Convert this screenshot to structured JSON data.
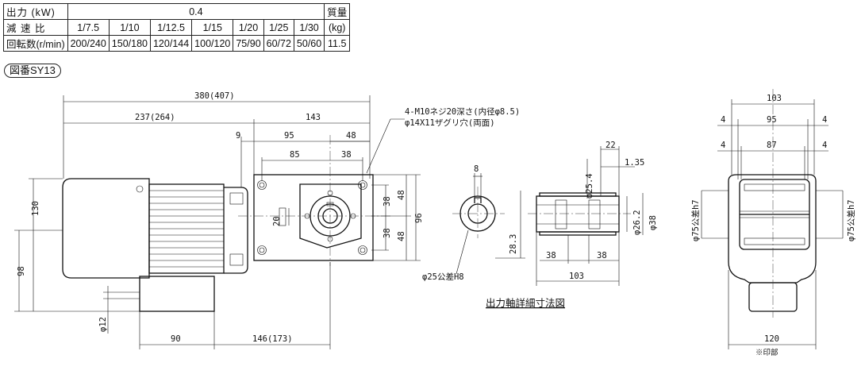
{
  "spec_table": {
    "row_output": {
      "label": "出力 (kW)",
      "value": "0.4"
    },
    "row_ratio": {
      "label": "減 速 比",
      "values": [
        "1/7.5",
        "1/10",
        "1/12.5",
        "1/15",
        "1/20",
        "1/25",
        "1/30"
      ]
    },
    "row_speed": {
      "label": "回転数(r/min)",
      "values": [
        "200/240",
        "150/180",
        "120/144",
        "100/120",
        "75/90",
        "60/72",
        "50/60"
      ]
    },
    "mass": {
      "label_line1": "質量",
      "label_line2": "(kg)",
      "value": "11.5"
    }
  },
  "drawing_id": "図番SY13",
  "dims_front": {
    "overall": "380(407)",
    "motor": "237(264)",
    "gear": "143",
    "d9": "9",
    "d95": "95",
    "d48": "48",
    "d85": "85",
    "d38": "38",
    "h130": "130",
    "h98": "98",
    "h20": "20",
    "v38a": "38",
    "v38b": "38",
    "v48a": "48",
    "v48b": "48",
    "v96": "96",
    "phi12": "φ12",
    "d90": "90",
    "d146": "146(173)"
  },
  "note": {
    "line1": "4-M10ネジ20深さ(内径φ8.5)",
    "line2": "φ14X11ザグリ穴(両面)"
  },
  "dims_shaft": {
    "w8": "8",
    "d22": "22",
    "d135": "1.35",
    "phi254": "φ25.4",
    "d283": "28.3",
    "phi262": "φ26.2",
    "phi38": "φ38",
    "s38a": "38",
    "s38b": "38",
    "s103": "103",
    "bore": "φ25公差H8"
  },
  "shaft_caption": "出力軸詳細寸法図",
  "dims_side": {
    "t103": "103",
    "t95": "95",
    "t87": "87",
    "t4a": "4",
    "t4b": "4",
    "t4c": "4",
    "t4d": "4",
    "phi75l": "φ75公差h7",
    "phi75r": "φ75公差h7",
    "b120": "120",
    "b_note": "※印部"
  }
}
